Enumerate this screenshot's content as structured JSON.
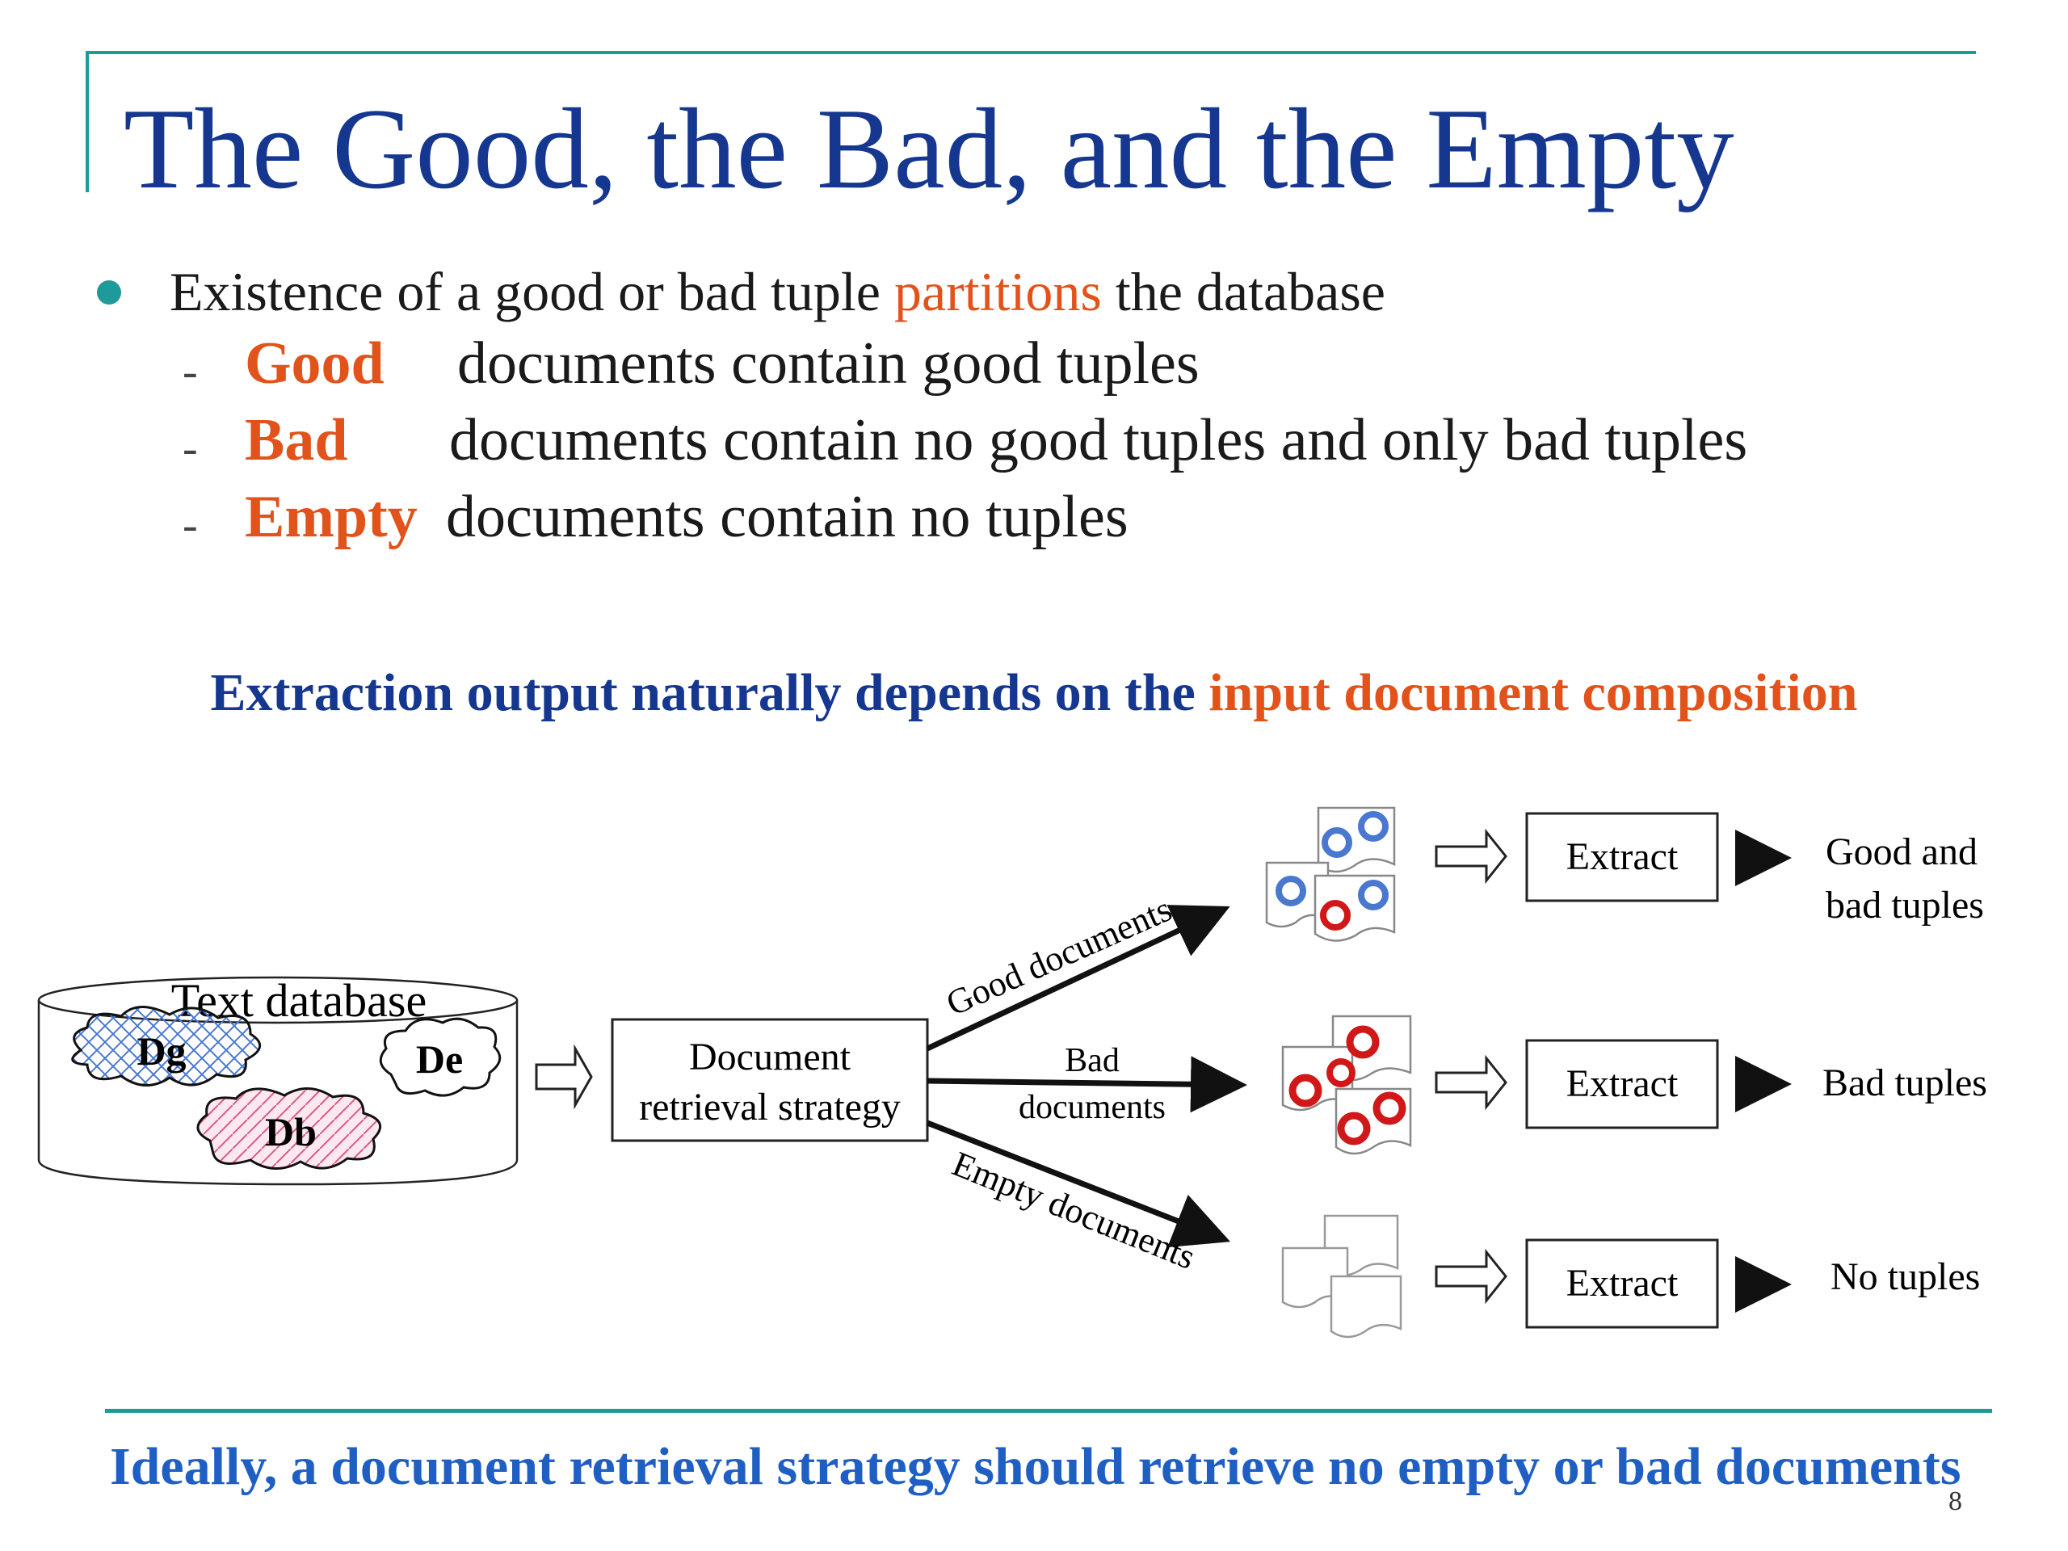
{
  "slide": {
    "title": "The Good, the Bad, and the Empty",
    "bullet": {
      "prefix": "Existence of a good or bad tuple ",
      "highlight": "partitions",
      "suffix": " the database"
    },
    "subitems": [
      {
        "dash": "-",
        "term": "Good",
        "text": "documents contain good tuples"
      },
      {
        "dash": "-",
        "term": "Bad",
        "text": "documents contain no good tuples and only bad tuples"
      },
      {
        "dash": "-",
        "term": "Empty",
        "text": "documents contain no tuples"
      }
    ],
    "headline": {
      "part1": "Extraction output naturally depends on the ",
      "part2": "input document composition"
    },
    "footer": "Ideally, a document retrieval strategy should retrieve no empty or bad documents",
    "page_number": "8"
  },
  "diagram": {
    "database_label": "Text database",
    "clouds": {
      "good": "Dg",
      "bad": "Db",
      "empty": "De"
    },
    "strategy_line1": "Document",
    "strategy_line2": "retrieval strategy",
    "edges": {
      "good": "Good documents",
      "bad_line1": "Bad",
      "bad_line2": "documents",
      "empty": "Empty documents"
    },
    "extract": "Extract",
    "outputs": {
      "good_line1": "Good and",
      "good_line2": "bad tuples",
      "bad": "Bad tuples",
      "empty": "No tuples"
    }
  },
  "colors": {
    "title": "#15378f",
    "accent_orange": "#e2531c",
    "teal_rule": "#1f9a9a",
    "footer_blue": "#1f5fc4",
    "good_tuple": "#4a78d0",
    "bad_tuple": "#d01818"
  }
}
